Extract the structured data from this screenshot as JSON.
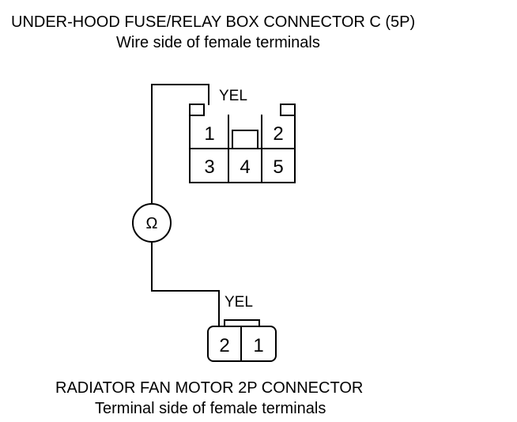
{
  "top_connector": {
    "title": "UNDER-HOOD FUSE/RELAY BOX CONNECTOR C (5P)",
    "subtitle": "Wire side of female terminals",
    "wire_color": "YEL",
    "pins": [
      "1",
      "2",
      "3",
      "4",
      "5"
    ]
  },
  "meter": {
    "symbol": "Ω",
    "icon": "ohmmeter-icon"
  },
  "bottom_connector": {
    "title": "RADIATOR FAN MOTOR 2P CONNECTOR",
    "subtitle": "Terminal side of female terminals",
    "wire_color": "YEL",
    "pins": [
      "2",
      "1"
    ]
  },
  "colors": {
    "line": "#000000",
    "background": "#ffffff"
  }
}
